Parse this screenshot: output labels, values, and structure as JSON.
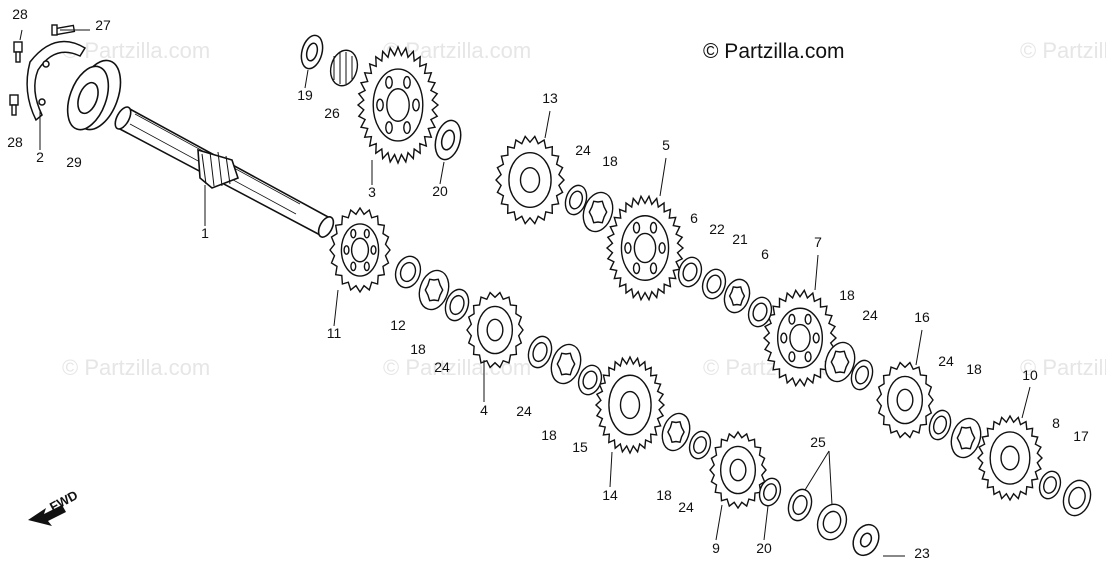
{
  "copyright": "© Partzilla.com",
  "watermark": "© Partzilla.com",
  "fwd_label": "FWD",
  "callouts": [
    "1",
    "2",
    "3",
    "4",
    "5",
    "6",
    "6",
    "7",
    "8",
    "9",
    "10",
    "11",
    "12",
    "13",
    "14",
    "15",
    "16",
    "17",
    "18",
    "18",
    "18",
    "18",
    "18",
    "18",
    "19",
    "20",
    "20",
    "21",
    "22",
    "23",
    "24",
    "24",
    "24",
    "24",
    "24",
    "24",
    "25",
    "26",
    "27",
    "28",
    "28",
    "29"
  ],
  "colors": {
    "line": "#111111",
    "fill": "#ffffff",
    "watermark": "#e6e6e6"
  }
}
